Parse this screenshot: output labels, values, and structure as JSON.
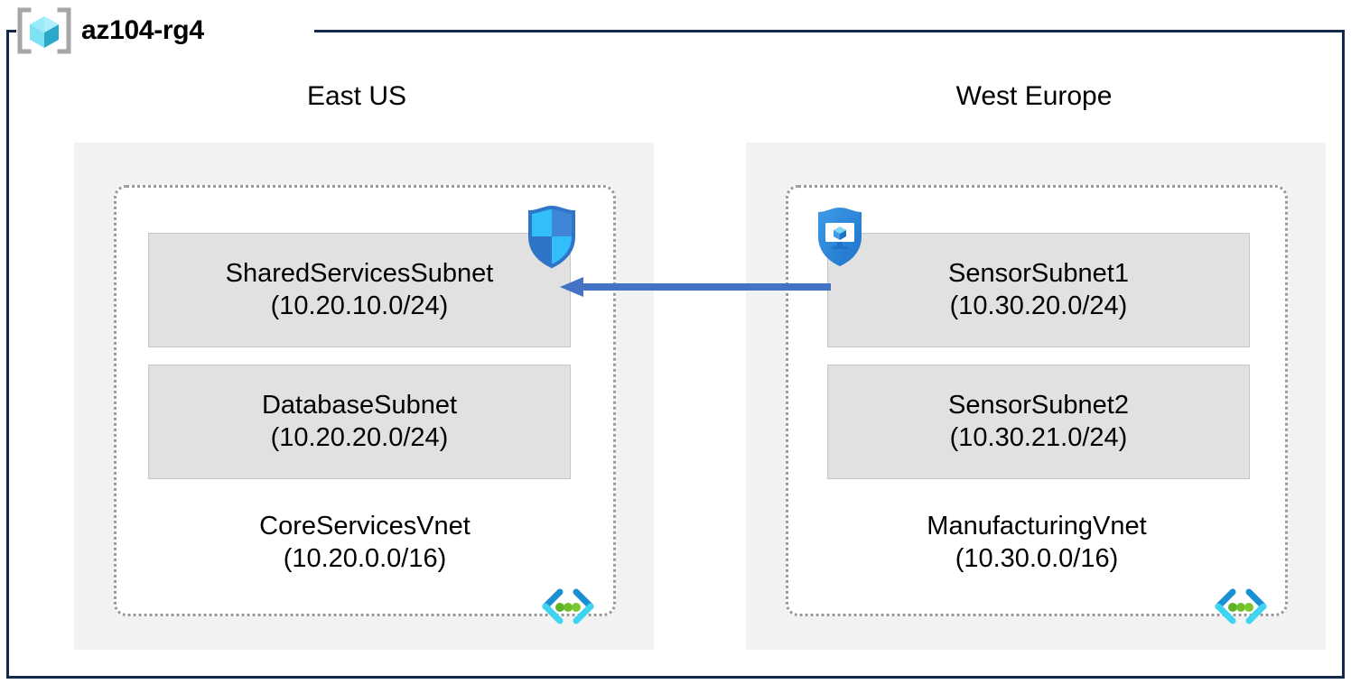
{
  "resource_group": {
    "name": "az104-rg4",
    "icon": "resource-group-cube-icon",
    "frame_color": "#13294B"
  },
  "regions": [
    {
      "id": "east-us",
      "label": "East US",
      "vnet": {
        "name": "CoreServicesVnet",
        "cidr": "(10.20.0.0/16)",
        "icon": "virtual-network-icon",
        "subnets": [
          {
            "name": "SharedServicesSubnet",
            "cidr": "(10.20.10.0/24)",
            "badge_icon": "shield-quadrant-icon"
          },
          {
            "name": "DatabaseSubnet",
            "cidr": "(10.20.20.0/24)",
            "badge_icon": null
          }
        ]
      }
    },
    {
      "id": "west-europe",
      "label": "West Europe",
      "vnet": {
        "name": "ManufacturingVnet",
        "cidr": "(10.30.0.0/16)",
        "icon": "virtual-network-icon",
        "subnets": [
          {
            "name": "SensorSubnet1",
            "cidr": "(10.30.20.0/24)",
            "badge_icon": "shield-monitor-icon"
          },
          {
            "name": "SensorSubnet2",
            "cidr": "(10.30.21.0/24)",
            "badge_icon": null
          }
        ]
      }
    }
  ],
  "connection": {
    "name": "vnet-peering-arrow",
    "direction": "right-to-left",
    "from": "SensorSubnet1",
    "to": "SharedServicesSubnet",
    "color": "#4472C4"
  },
  "colors": {
    "region_fill": "#F2F2F2",
    "subnet_fill": "#E1E1E1",
    "subnet_border": "#C6C6C6",
    "vnet_border": "#9A9A9A",
    "arrow": "#4472C4",
    "cube_cyan": "#7DE3F4",
    "cube_teal": "#2CA8C8",
    "bracket_gray": "#A6A6A6",
    "shield_blue_light": "#32BEFA",
    "shield_blue_dark": "#2E74C8",
    "vnet_icon_blue": "#1A8FD1",
    "vnet_icon_cyan": "#3FD5F2",
    "vnet_icon_green": "#5FB226"
  }
}
